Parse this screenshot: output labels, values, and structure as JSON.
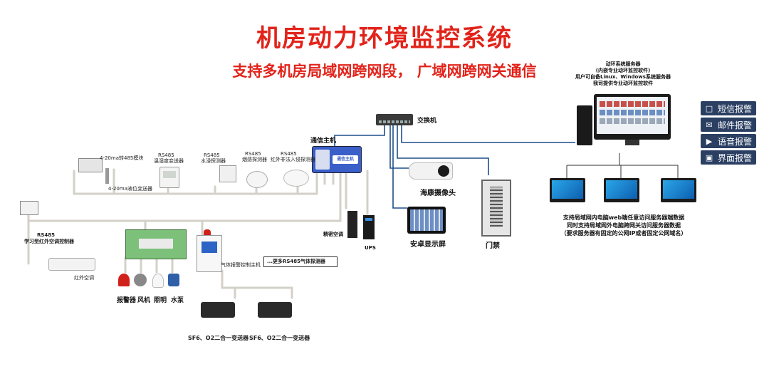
{
  "title": "机房动力环境监控系统",
  "subtitle": "支持多机房局域网跨网段， 广域网跨网关通信",
  "server": {
    "line1": "动环系统服务器",
    "line2": "(内嵌专业动环监控软件)",
    "line3": "用户可自备Linux、Windows系统服务器",
    "line4": "我司提供专业动环监控软件"
  },
  "switch_label": "交换机",
  "host_label": "通信主机",
  "host_screen_text": "通信主机",
  "camera_label": "海康摄像头",
  "android_label": "安卓显示屏",
  "door_label": "门禁",
  "ac_label": "精密空调",
  "ups_label": "UPS",
  "sensors": {
    "module_4_20": "4-20ma转485模块",
    "transmitter_4_20": "4-20ma液位变送器",
    "temp_rs485": "RS485",
    "temp_name": "温湿度变送器",
    "water_rs485": "RS485",
    "water_name": "水浸探测器",
    "smoke_rs485": "RS485",
    "smoke_name": "烟感探测器",
    "ir_rs485": "RS485",
    "ir_name": "红外非法入侵探测器"
  },
  "ac_ctrl": {
    "rs485": "RS485",
    "name": "学习型红外空调控制器",
    "split_ac": "红外空调"
  },
  "loads": {
    "alarm": "报警器",
    "fan": "风机",
    "light": "照明",
    "pump": "水泵"
  },
  "gas": {
    "host": "气体报警控制主机",
    "more": "...更多RS485气体探测器",
    "sensor1": "SF6、O2二合一变送器",
    "sensor2": "SF6、O2二合一变送器"
  },
  "lan_text": {
    "line1": "支持局域网内电脑web端任意访问服务器端数据",
    "line2": "同时支持局域网外电脑跨网关访问服务器数据",
    "line3": "（要求服务器有固定的公网IP或者固定公网域名）"
  },
  "alerts": [
    {
      "icon": "message-icon",
      "label": "短信报警"
    },
    {
      "icon": "mail-icon",
      "label": "邮件报警"
    },
    {
      "icon": "speaker-icon",
      "label": "语音报警"
    },
    {
      "icon": "monitor-icon",
      "label": "界面报警"
    }
  ],
  "colors": {
    "title": "#e2231a",
    "cable_gray": "#d3d0c8",
    "network_blue": "#1f4e8c",
    "alert_bg": "#2b3f63",
    "host_blue": "#3a5fc8"
  }
}
